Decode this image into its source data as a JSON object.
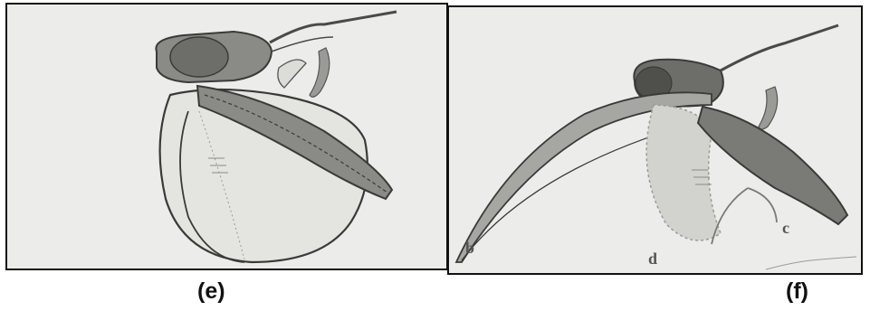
{
  "panels": [
    {
      "id": "e",
      "caption": "(e)"
    },
    {
      "id": "f",
      "caption": "(f)",
      "labels": [
        "b",
        "d",
        "c"
      ]
    }
  ],
  "colors": {
    "background": "#ececea",
    "frame": "#111111",
    "shading": "#8a8a86",
    "dark": "#5a5a56",
    "line": "#3a3a38"
  }
}
